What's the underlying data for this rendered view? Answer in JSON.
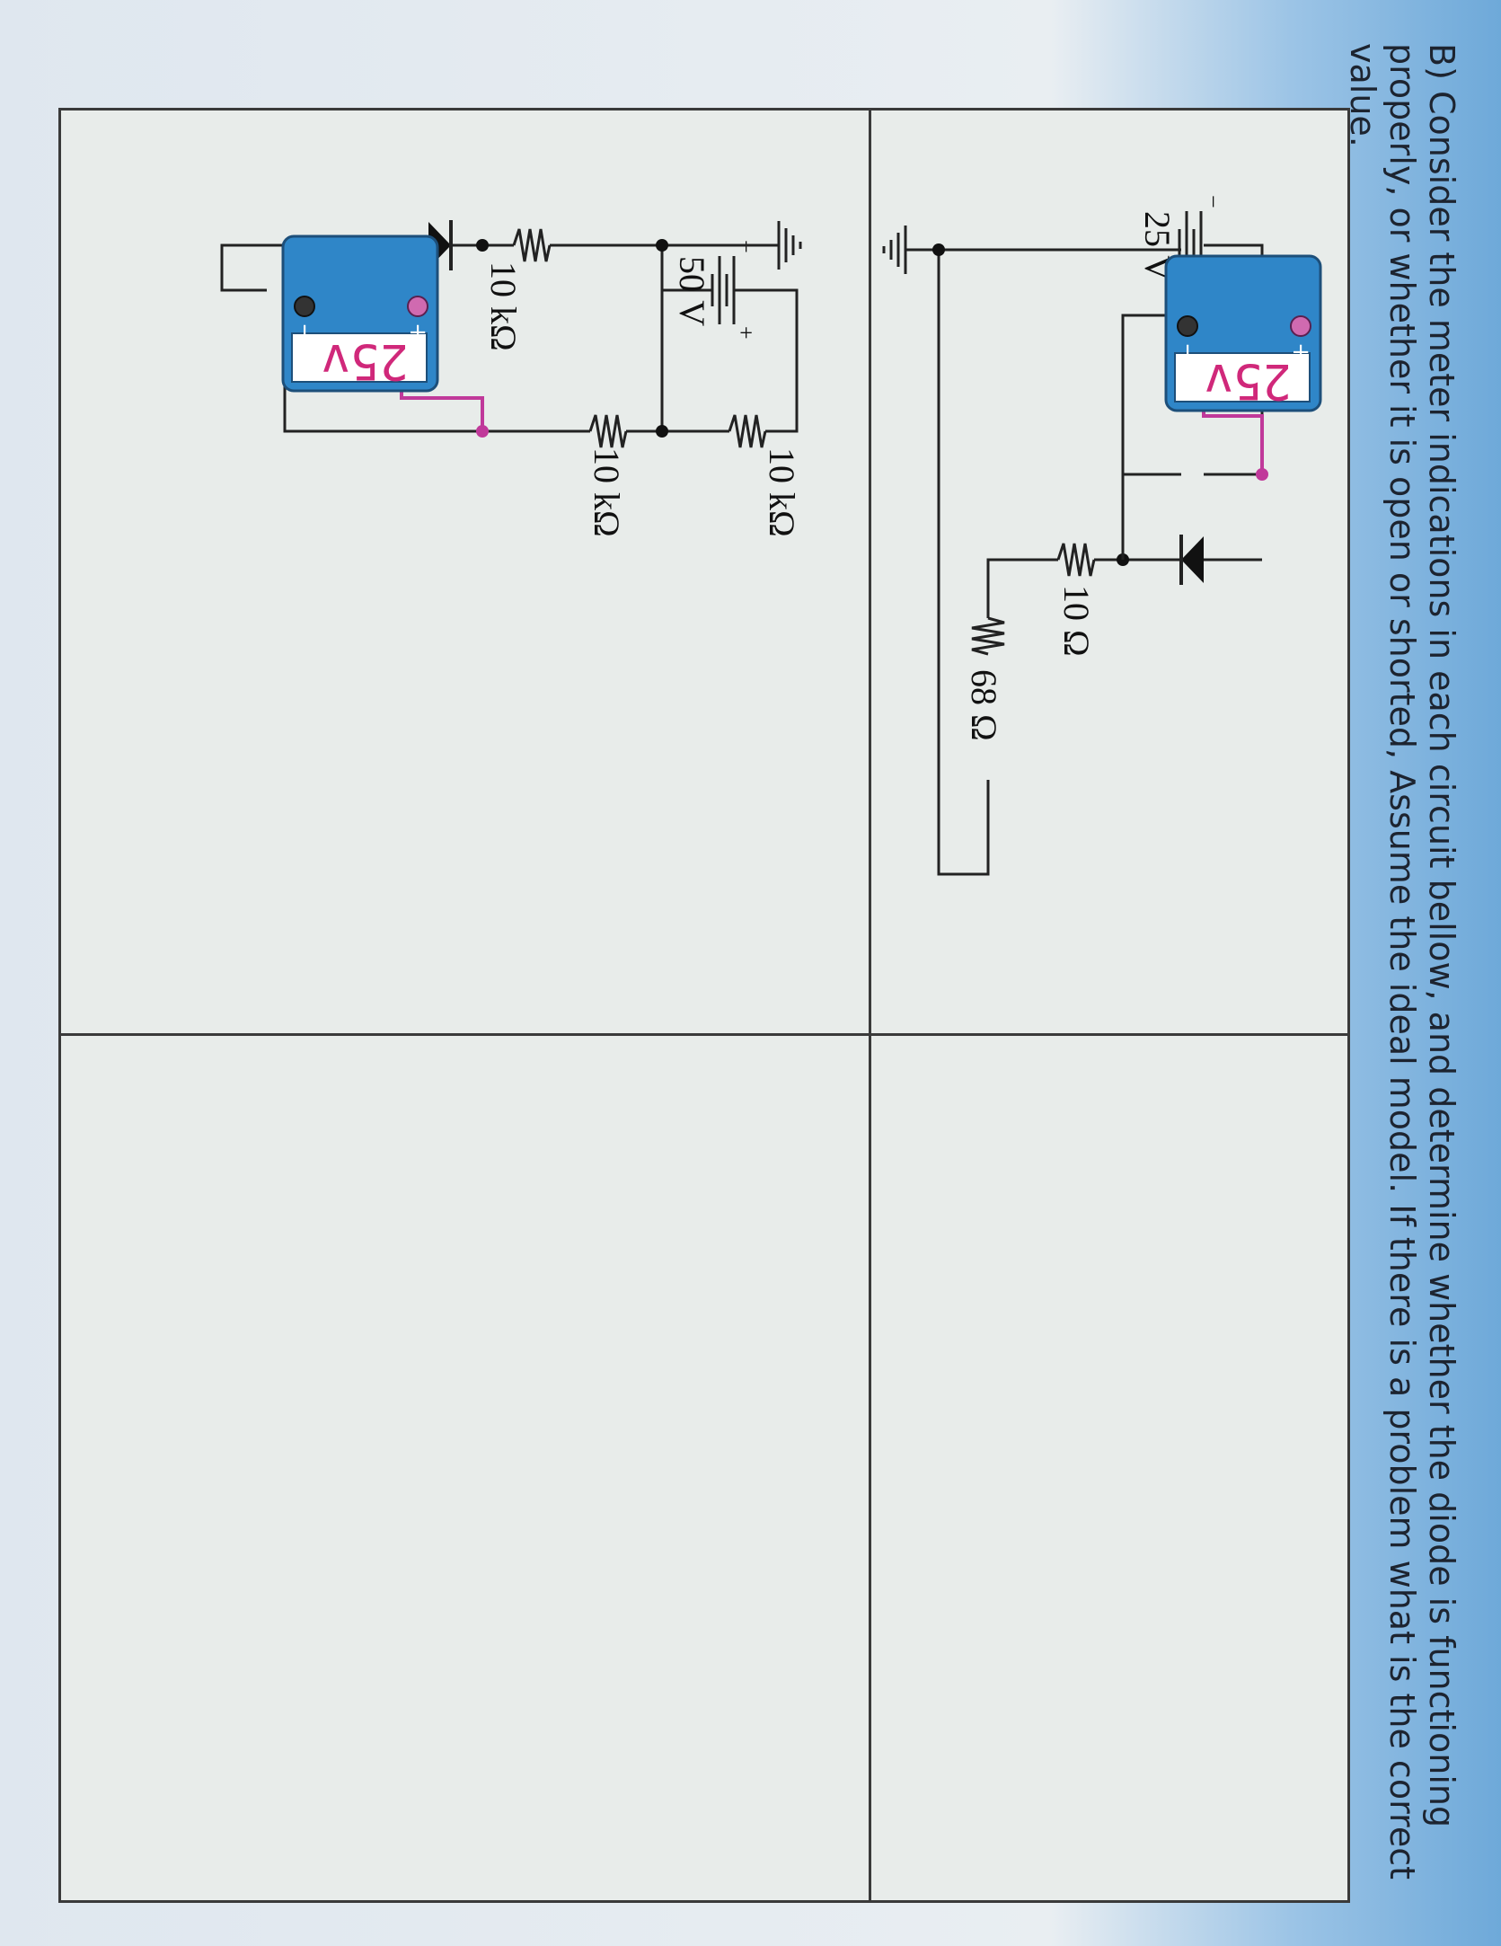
{
  "question": "B) Consider the meter indications in each circuit bellow, and determine whether the diode is functioning properly, or whether it is open or shorted, Assume the ideal model. If there is a problem what is the correct value.",
  "circuit_a": {
    "battery_label": "25 V",
    "r1_label": "10 Ω",
    "r2_label": "68 Ω",
    "meter_reading": "25v",
    "meter_plus": "+",
    "meter_minus": "−",
    "battery_plus": "+",
    "battery_minus": "−"
  },
  "circuit_b": {
    "battery_label": "50 V",
    "r1_label": "10 kΩ",
    "r2_label": "10 kΩ",
    "r3_label": "10 kΩ",
    "meter_reading": "25v",
    "meter_plus": "+",
    "meter_minus": "−",
    "battery_plus": "+",
    "battery_minus": "−"
  },
  "colors": {
    "meter_body": "#2f86c8",
    "meter_display": "#d0287a",
    "meter_wire": "#c0399a",
    "background_blue": "#7fb3dd"
  }
}
